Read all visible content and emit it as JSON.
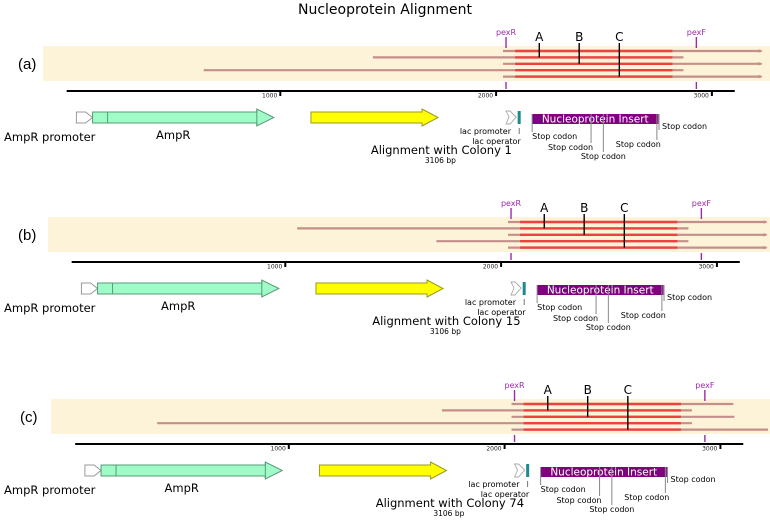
{
  "title": "Nucleoprotein Alignment",
  "colors": {
    "band": "#fdf3d9",
    "read": "#c48f8a",
    "match": "#ef4040",
    "axis": "#000000",
    "primer": "#9b2ca6",
    "ampr": "#9ffbc8",
    "ampr_stroke": "#5a9a78",
    "promoter_fill": "#ffffff",
    "promoter_stroke": "#999999",
    "yellow": "#ffff00",
    "yellow_stroke": "#9a9a20",
    "operator": "#1a8a8a",
    "insert": "#800080",
    "stop_line": "#888888"
  },
  "sequence_length_bp": 3106,
  "axis_ticks": [
    {
      "bp": 1000,
      "label": "1000"
    },
    {
      "bp": 2000,
      "label": "2000"
    },
    {
      "bp": 3000,
      "label": "3000"
    }
  ],
  "primers": [
    {
      "name": "pexR",
      "bp": 2046
    },
    {
      "name": "pexF",
      "bp": 2928
    }
  ],
  "sites": [
    {
      "label": "A",
      "bp": 2200
    },
    {
      "label": "B",
      "bp": 2385
    },
    {
      "label": "C",
      "bp": 2571
    }
  ],
  "features": {
    "ampr_promoter": {
      "label": "AmpR promoter",
      "start": 32,
      "end": 130
    },
    "ampr": {
      "label": "AmpR",
      "start": 130,
      "end": 970
    },
    "yellow_feature": {
      "label": "",
      "start": 1142,
      "end": 1731
    },
    "lac_promoter": {
      "label": "lac promoter",
      "start": 2046,
      "end": 2093
    },
    "lac_operator": {
      "label": "lac operator",
      "start": 2100,
      "end": 2112
    },
    "insert": {
      "label": "Nucleoprotein Insert",
      "start": 2167,
      "end": 2752
    },
    "stop_codons": [
      {
        "label": "Stop codon",
        "bp": 2167
      },
      {
        "label": "Stop codon",
        "bp": 2440
      },
      {
        "label": "Stop codon",
        "bp": 2497
      },
      {
        "label": "Stop codon",
        "bp": 2745
      },
      {
        "label": "Stop codon",
        "bp": 2755
      }
    ]
  },
  "panels": [
    {
      "id": "a",
      "label": "(a)",
      "map_title": "Alignment with Colony 1",
      "map_subtitle": "3106 bp",
      "reads": [
        {
          "start": 2032,
          "end": 3230,
          "match_start": 2088,
          "match_end": 2817,
          "arrow": true
        },
        {
          "start": 1429,
          "end": 2868,
          "match_start": 2088,
          "match_end": 2817,
          "arrow": false
        },
        {
          "start": 2032,
          "end": 3230,
          "match_start": 2088,
          "match_end": 2817,
          "arrow": true
        },
        {
          "start": 645,
          "end": 2868,
          "match_start": 2088,
          "match_end": 2817,
          "arrow": false
        },
        {
          "start": 2032,
          "end": 3230,
          "match_start": 2088,
          "match_end": 2817,
          "arrow": true
        }
      ]
    },
    {
      "id": "b",
      "label": "(b)",
      "map_title": "Alignment with Colony 15",
      "map_subtitle": "3106 bp",
      "reads": [
        {
          "start": 2032,
          "end": 3230,
          "match_start": 2088,
          "match_end": 2817,
          "arrow": true
        },
        {
          "start": 1055,
          "end": 2868,
          "match_start": 2088,
          "match_end": 2817,
          "arrow": false
        },
        {
          "start": 2032,
          "end": 3230,
          "match_start": 2088,
          "match_end": 2817,
          "arrow": true
        },
        {
          "start": 1700,
          "end": 2868,
          "match_start": 2088,
          "match_end": 2817,
          "arrow": false
        },
        {
          "start": 2032,
          "end": 3230,
          "match_start": 2088,
          "match_end": 2817,
          "arrow": true
        }
      ]
    },
    {
      "id": "c",
      "label": "(c)",
      "map_title": "Alignment with Colony 74",
      "map_subtitle": "3106 bp",
      "reads": [
        {
          "start": 2032,
          "end": 3060,
          "match_start": 2088,
          "match_end": 2817,
          "arrow": false
        },
        {
          "start": 1710,
          "end": 2868,
          "match_start": 2088,
          "match_end": 2817,
          "arrow": false
        },
        {
          "start": 2032,
          "end": 3065,
          "match_start": 2088,
          "match_end": 2817,
          "arrow": false
        },
        {
          "start": 390,
          "end": 2868,
          "match_start": 2088,
          "match_end": 2817,
          "arrow": false
        },
        {
          "start": 2032,
          "end": 3230,
          "match_start": 2088,
          "match_end": 2817,
          "arrow": false
        }
      ]
    }
  ]
}
